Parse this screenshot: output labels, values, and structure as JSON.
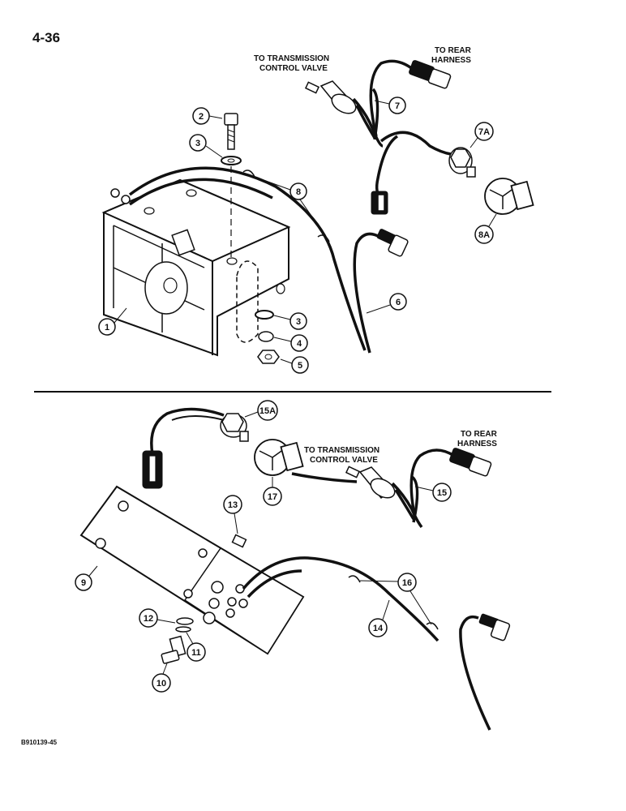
{
  "page_number": "4-36",
  "figure_code": "B910139-45",
  "top_diagram": {
    "labels": {
      "to_rear_harness": [
        "TO REAR",
        "HARNESS"
      ],
      "to_transmission": [
        "TO TRANSMISSION",
        "CONTROL VALVE"
      ]
    },
    "callouts": [
      "1",
      "2",
      "3",
      "3",
      "4",
      "5",
      "6",
      "7",
      "7A",
      "8",
      "8A"
    ]
  },
  "bottom_diagram": {
    "labels": {
      "to_rear_harness": [
        "TO REAR",
        "HARNESS"
      ],
      "to_transmission": [
        "TO TRANSMISSION",
        "CONTROL VALVE"
      ]
    },
    "callouts": [
      "9",
      "10",
      "11",
      "12",
      "13",
      "14",
      "15",
      "15A",
      "16",
      "17"
    ]
  }
}
